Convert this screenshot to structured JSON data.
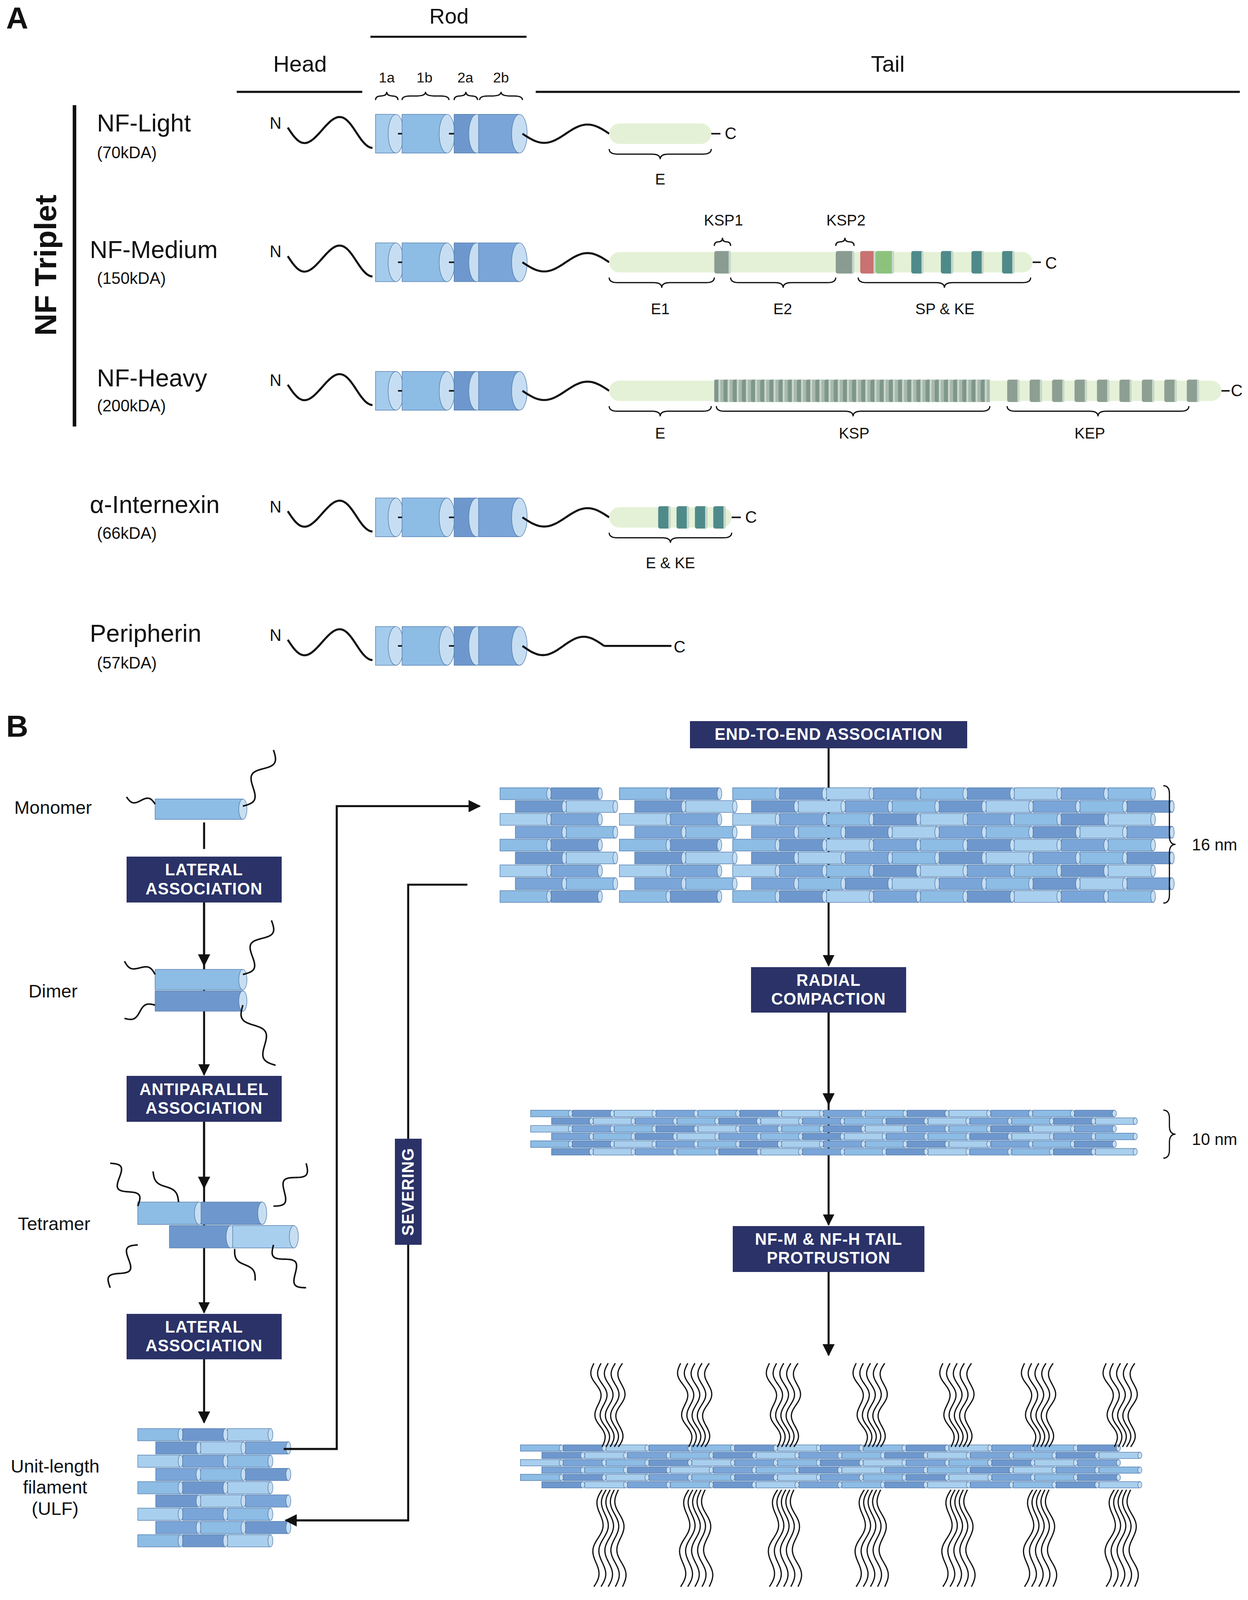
{
  "diagram": {
    "nodes": [
      {
        "text": [
          "LATERAL ASSOCIATION"
        ]
      },
      {
        "text": [
          "ANTIPARALLEL ASSOCIATION"
        ]
      },
      {
        "text": [
          "LATERAL ASSOCIATION"
        ]
      },
      {
        "text": [
          "SEVERING"
        ]
      },
      {
        "text": [
          "END-TO-END ASSOCIATION"
        ]
      },
      {
        "text": [
          "RADIAL COMPACTION"
        ]
      },
      {
        "text": [
          "NF-M & NF-H TAIL PROTRUSTION"
        ]
      }
    ],
    "edges": [
      {
        "from": 0,
        "to": 1,
        "arrow": "to"
      },
      {
        "from": 1,
        "to": 2,
        "arrow": "to"
      },
      {
        "from": 4,
        "to": 5,
        "arrow": "to"
      },
      {
        "from": 5,
        "to": 6,
        "arrow": "to"
      }
    ],
    "labels": [
      "A",
      "Rod",
      "Head",
      "1a",
      "1b",
      "2a",
      "2b",
      "Tail",
      "NF Triplet",
      "NF-Light",
      "(70kDA)",
      "N",
      "C",
      "E",
      "NF-Medium",
      "(150kDA)",
      "KSP1",
      "KSP2",
      "N",
      "C",
      "E1",
      "E2",
      "SP & KE",
      "NF-Heavy",
      "(200kDA)",
      "N",
      "C",
      "E",
      "KSP",
      "KEP",
      "α-Internexin",
      "(66kDA)",
      "N",
      "C",
      "E & KE",
      "Peripherin",
      "(57kDA)",
      "N",
      "C",
      "B",
      "Monomer",
      "Dimer",
      "Tetramer",
      "Unit-length filament (ULF)",
      "16 nm",
      "10 nm"
    ]
  }
}
